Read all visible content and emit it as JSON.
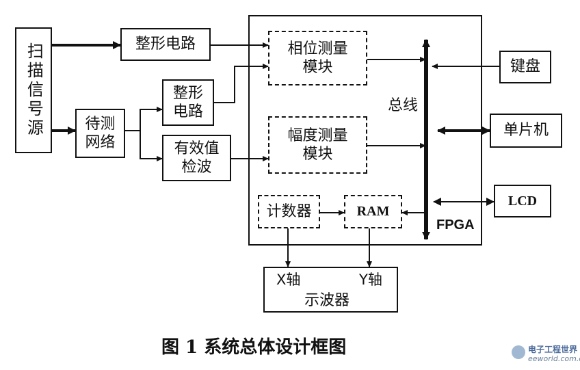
{
  "diagram": {
    "caption": "图 1 系统总体设计框图",
    "blocks": {
      "scan_source": "扫描信号源",
      "shaping_1": "整形电路",
      "network_under_test": "待测\n网络",
      "shaping_2": "整形\n电路",
      "rms_detect": "有效值\n检波",
      "phase_measure": "相位测量\n模块",
      "amplitude_measure": "幅度测量\n模块",
      "counter": "计数器",
      "ram": "RAM",
      "keyboard": "键盘",
      "mcu": "单片机",
      "lcd": "LCD",
      "oscilloscope_x": "X轴",
      "oscilloscope_y": "Y轴",
      "oscilloscope": "示波器"
    },
    "labels": {
      "bus": "总线",
      "fpga": "FPGA"
    },
    "watermark": {
      "brand": "电子工程世界",
      "site": "eeworld.com.cn"
    }
  }
}
